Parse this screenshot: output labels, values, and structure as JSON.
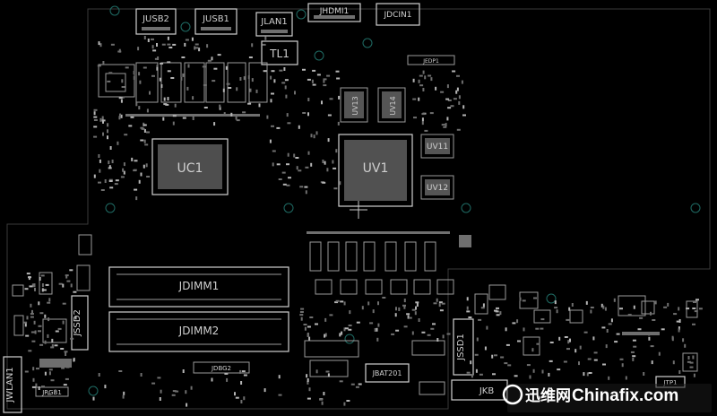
{
  "labels": {
    "jusb2": "JUSB2",
    "jusb1": "JUSB1",
    "jlan1": "JLAN1",
    "jhdmi1": "JHDMI1",
    "jdcin1": "JDCIN1",
    "tl1": "TL1",
    "jedp1": "JEDP1",
    "uc1": "UC1",
    "uv1": "UV1",
    "uv13": "UV13",
    "uv14": "UV14",
    "uv11": "UV11",
    "uv12": "UV12",
    "jdimm1": "JDIMM1",
    "jdimm2": "JDIMM2",
    "jdbg2": "JDBG2",
    "jssd1": "JSSD1",
    "jssd2": "JSSD2",
    "jbat201": "JBAT201",
    "jkb": "JKB",
    "jwlan1": "JWLAN1",
    "jrgb1": "JRGB1",
    "jtp1": "JTP1"
  },
  "watermark": {
    "cn": "迅维网",
    "en": "Chinafix.com"
  }
}
